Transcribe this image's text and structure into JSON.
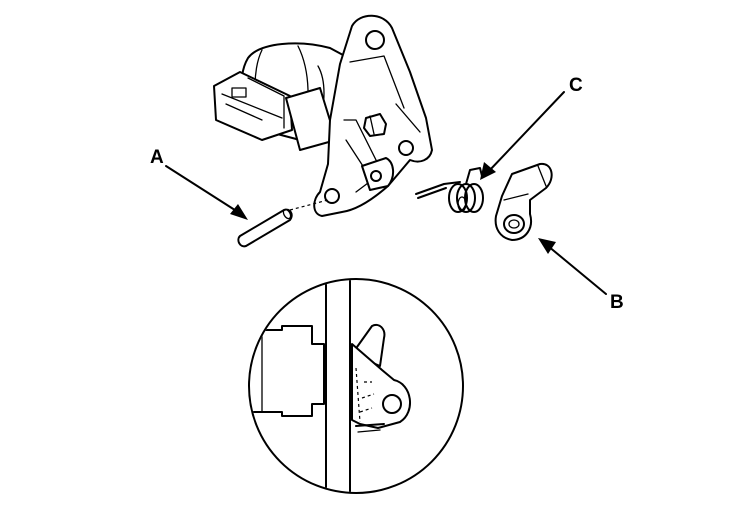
{
  "callouts": {
    "a": "A",
    "b": "B",
    "c": "C"
  },
  "colors": {
    "line": "#000000",
    "background": "#ffffff"
  }
}
